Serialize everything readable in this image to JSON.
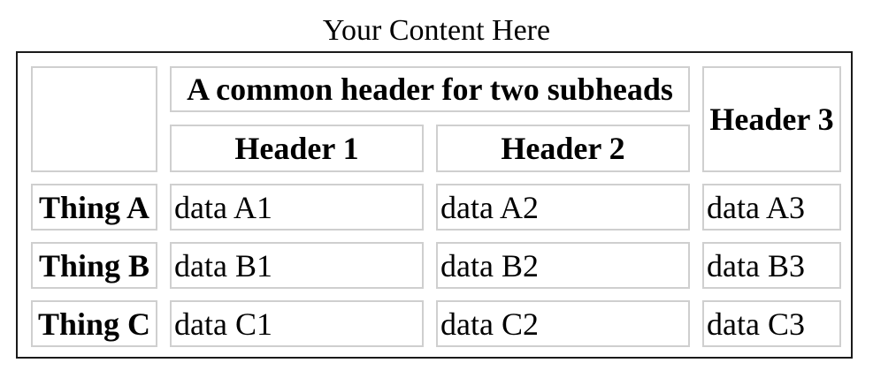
{
  "caption": "Your Content Here",
  "table": {
    "group_header": "A common header for two subheads",
    "header_1": "Header 1",
    "header_2": "Header 2",
    "header_3": "Header 3",
    "rows": [
      {
        "label": "Thing A",
        "c1": "data A1",
        "c2": "data A2",
        "c3": "data A3"
      },
      {
        "label": "Thing B",
        "c1": "data B1",
        "c2": "data B2",
        "c3": "data B3"
      },
      {
        "label": "Thing C",
        "c1": "data C1",
        "c2": "data C2",
        "c3": "data C3"
      }
    ]
  },
  "colors": {
    "outer_border": "#1a1a1a",
    "cell_border": "#cfcfcf"
  }
}
